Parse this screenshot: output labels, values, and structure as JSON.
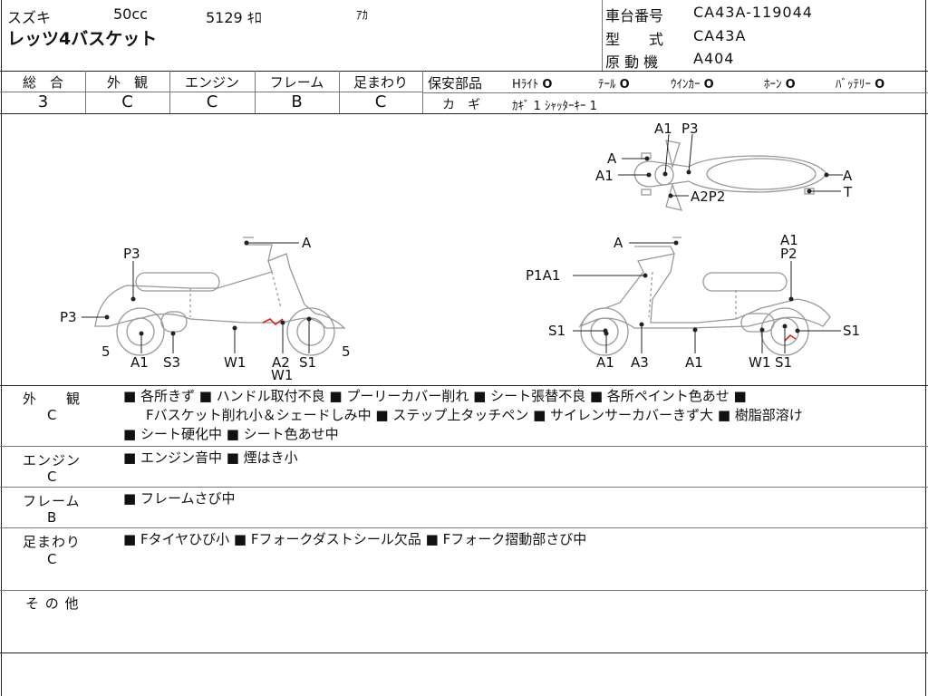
{
  "header": {
    "maker": "スズキ",
    "displacement": "50cc",
    "mileage": "5129 ｷﾛ",
    "color": "ｱｶ",
    "model_name": "レッツ4バスケット",
    "frame_label": "車台番号",
    "frame_no": "CA43A-119044",
    "type_label": "型　　式",
    "type_value": "CA43A",
    "engine_label": "原 動 機",
    "engine_value": "A404"
  },
  "grades": [
    {
      "label": "総　合",
      "value": "3"
    },
    {
      "label": "外　観",
      "value": "C"
    },
    {
      "label": "エンジン",
      "value": "C"
    },
    {
      "label": "フレーム",
      "value": "B"
    },
    {
      "label": "足まわり",
      "value": "C"
    }
  ],
  "safety": {
    "label": "保安部品",
    "items": [
      {
        "name": "Hﾗｲﾄ",
        "mark": "O"
      },
      {
        "name": "ﾃｰﾙ",
        "mark": "O"
      },
      {
        "name": "ｳｲﾝｶｰ",
        "mark": "O"
      },
      {
        "name": "ﾎｰﾝ",
        "mark": "O"
      },
      {
        "name": "ﾊﾞｯﾃﾘｰ",
        "mark": "O"
      }
    ],
    "key_label": "カ　ギ",
    "key_value": "ｶｷﾞ 1 ｼｬｯﾀｰｷｰ 1"
  },
  "diagram_labels": {
    "top_view": [
      "A1",
      "P3",
      "A",
      "A1",
      "A",
      "A2P2",
      "T"
    ],
    "left_view": [
      "P3",
      "A",
      "P3",
      "5",
      "A1",
      "S3",
      "W1",
      "A2",
      "W1",
      "S1",
      "5"
    ],
    "right_view": [
      "A",
      "A1",
      "P2",
      "P1A1",
      "S1",
      "S1",
      "A1",
      "A3",
      "A1",
      "W1",
      "S1"
    ]
  },
  "sections": [
    {
      "label": "外　　観",
      "grade": "C",
      "lines": [
        "■ 各所きず ■ ハンドル取付不良 ■ プーリーカバー削れ ■ シート張替不良 ■ 各所ペイント色あせ ■",
        "Fバスケット削れ小＆シェードしみ中 ■ ステップ上タッチペン ■ サイレンサーカバーきず大 ■ 樹脂部溶け",
        "■ シート硬化中 ■ シート色あせ中"
      ]
    },
    {
      "label": "エンジン",
      "grade": "C",
      "lines": [
        "■ エンジン音中 ■ 煙はき小"
      ]
    },
    {
      "label": "フレーム",
      "grade": "B",
      "lines": [
        "■ フレームさび中"
      ]
    },
    {
      "label": "足まわり",
      "grade": "C",
      "lines": [
        "■ Fタイヤひび小 ■ Fフォークダストシール欠品 ■ Fフォーク摺動部さび中"
      ]
    },
    {
      "label": "そ の 他",
      "grade": "",
      "lines": []
    }
  ]
}
